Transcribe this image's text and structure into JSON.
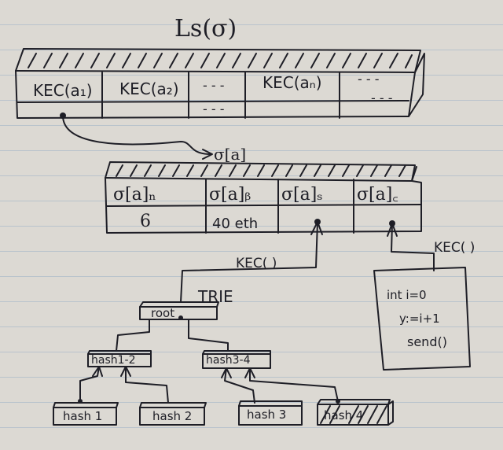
{
  "title": "Ls(σ)",
  "state_row": {
    "cells": [
      "KEC(a₁)",
      "KEC(a₂)",
      "- - -",
      "KEC(aₙ)",
      "- - -"
    ],
    "lower": [
      "",
      "",
      "- - -",
      "",
      "- - -"
    ]
  },
  "account_label": "σ[a]",
  "account_fields": [
    "σ[a]ₙ",
    "σ[a]ᵦ",
    "σ[a]ₛ",
    "σ[a]꜀"
  ],
  "account_values": [
    "6",
    "40 eth",
    "",
    ""
  ],
  "kec_storage": "KEC( )",
  "kec_code": "KEC( )",
  "trie_label": "TRIE",
  "trie_nodes": {
    "root": "root",
    "h12": "hash1-2",
    "h34": "hash3-4",
    "h1": "hash 1",
    "h2": "hash 2",
    "h3": "hash 3",
    "h4": "hash 4"
  },
  "code_lines": [
    "int i=0",
    "y:=i+1",
    "send()"
  ]
}
